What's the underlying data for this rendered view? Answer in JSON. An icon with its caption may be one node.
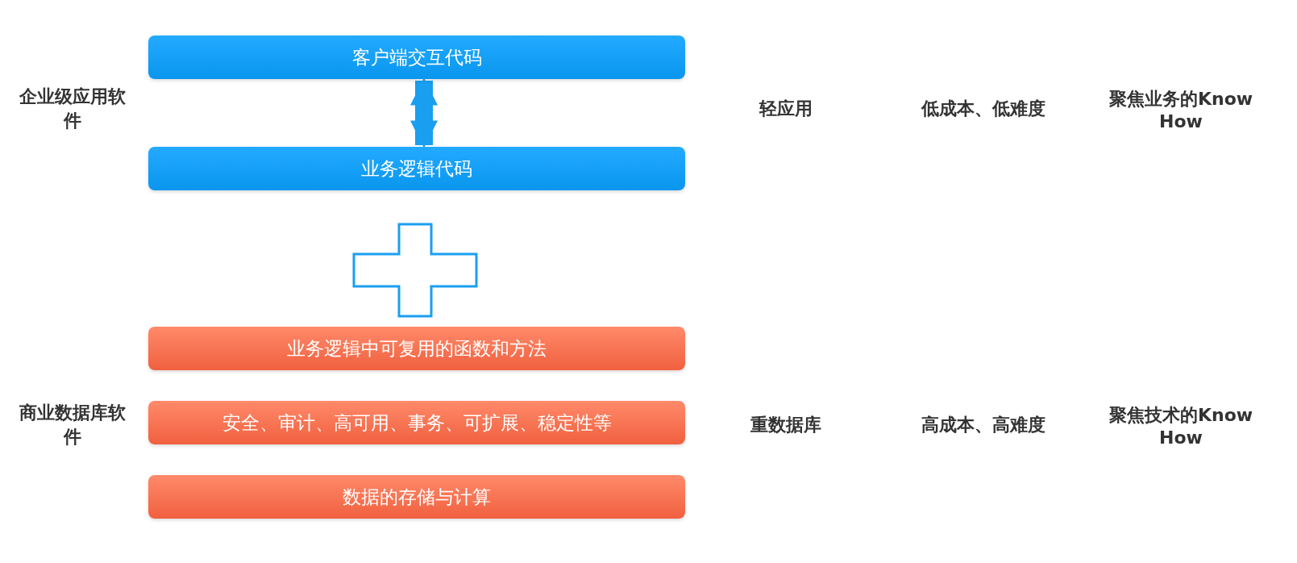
{
  "diagram": {
    "nodes": [
      {
        "text": [
          "客户端交互代码"
        ]
      },
      {
        "text": [
          "业务逻辑代码"
        ]
      },
      {
        "text": [
          "业务逻辑中可复用的函数和方法"
        ]
      },
      {
        "text": [
          "安全、审计、高可用、事务、可扩展、稳定性等"
        ]
      },
      {
        "text": [
          "数据的存储与计算"
        ]
      }
    ],
    "edges": [
      {
        "from": 0,
        "to": 1,
        "arrow": "both"
      }
    ],
    "labels": [
      "企业级应用软件",
      "轻应用",
      "低成本、低难度",
      "聚焦业务的Know How",
      "商业数据库软件",
      "重数据库",
      "高成本、高难度",
      "聚焦技术的Know How"
    ]
  }
}
